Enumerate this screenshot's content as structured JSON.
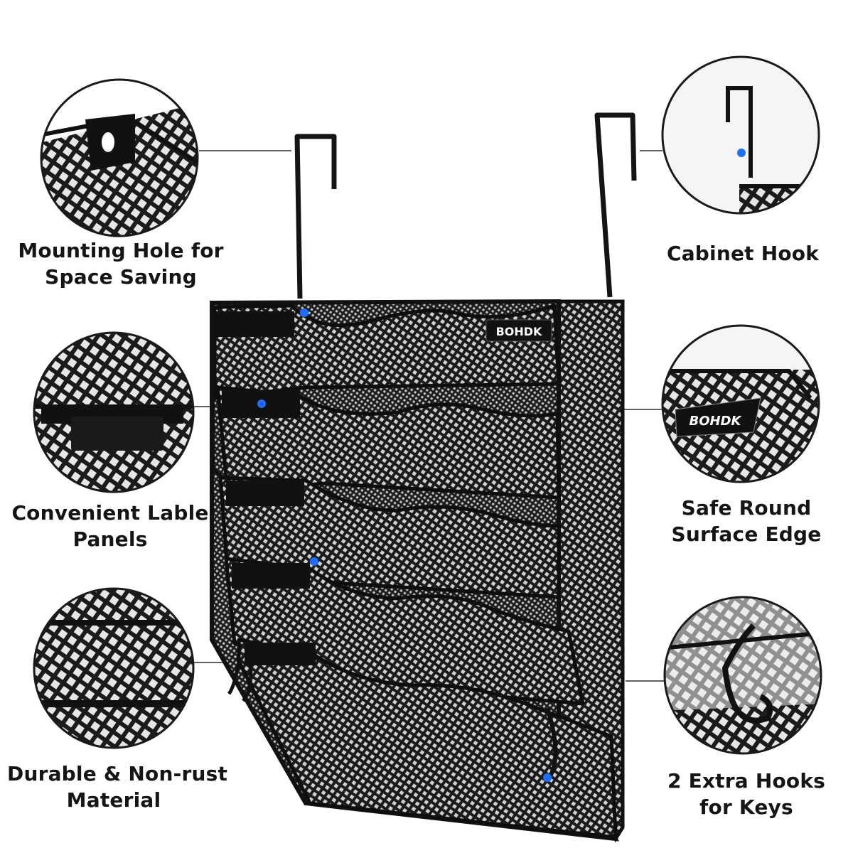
{
  "product": {
    "brand_text": "BOHDK",
    "colors": {
      "background": "#ffffff",
      "metal": "#1a1a1a",
      "mesh": "#2a2a2a",
      "accent_dot": "#1e6fff",
      "text": "#151515"
    }
  },
  "features": {
    "mounting_hole": {
      "line1": "Mounting Hole for",
      "line2": "Space Saving"
    },
    "label_panels": {
      "line1": "Convenient Lable",
      "line2": "Panels"
    },
    "durable": {
      "line1": "Durable & Non-rust",
      "line2": "Material"
    },
    "cabinet_hook": {
      "line1": "Cabinet Hook"
    },
    "safe_edge": {
      "line1": "Safe Round",
      "line2": "Surface Edge"
    },
    "extra_hooks": {
      "line1": "2 Extra Hooks",
      "line2": "for Keys"
    }
  },
  "icons": [
    "cabinet-hook-icon",
    "mesh-pattern",
    "accent-dot"
  ]
}
